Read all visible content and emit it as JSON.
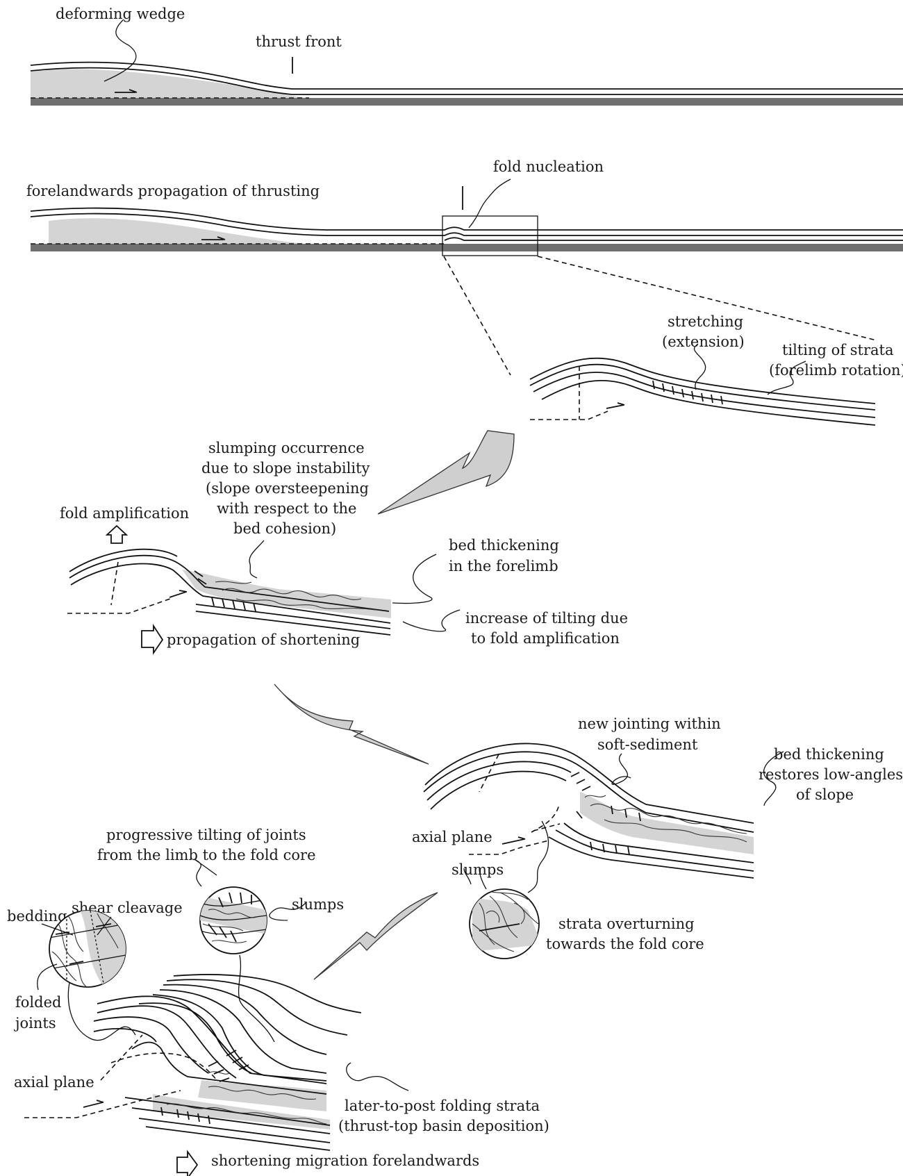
{
  "panel1": {
    "deforming_wedge": "deforming wedge",
    "thrust_front": "thrust front"
  },
  "panel2": {
    "forelandwards": "forelandwards propagation of thrusting",
    "fold_nucleation": "fold nucleation"
  },
  "panel3": {
    "stretching": [
      "stretching",
      "(extension)"
    ],
    "tilting": [
      "tilting of strata",
      "(forelimb rotation)"
    ]
  },
  "panel4": {
    "slumping": [
      "slumping occurrence",
      "due to slope instability",
      "(slope oversteepening",
      "with respect to the",
      "bed cohesion)"
    ],
    "fold_amplification": "fold amplification",
    "bed_thickening": [
      "bed thickening",
      "in the forelimb"
    ],
    "increase_tilting": [
      "increase of tilting due",
      "to fold amplification"
    ],
    "propagation_shortening": "propagation of shortening"
  },
  "panel5": {
    "new_jointing": [
      "new jointing within",
      "soft-sediment"
    ],
    "bed_thickening_restores": [
      "bed thickening",
      "restores low-angles",
      "of slope"
    ],
    "axial_plane": "axial plane",
    "slumps": "slumps",
    "strata_overturning": [
      "strata overturning",
      "towards the fold core"
    ]
  },
  "panel6": {
    "progressive_tilting": [
      "progressive tilting of joints",
      "from the limb to the fold core"
    ],
    "bedding": "bedding",
    "shear_cleavage": "shear cleavage",
    "slumps": "slumps",
    "folded_joints": [
      "folded",
      "joints"
    ],
    "axial_plane": "axial plane",
    "later_to_post": [
      "later-to-post folding strata",
      "(thrust-top basin deposition)"
    ],
    "shortening_migration": "shortening migration forelandwards"
  }
}
